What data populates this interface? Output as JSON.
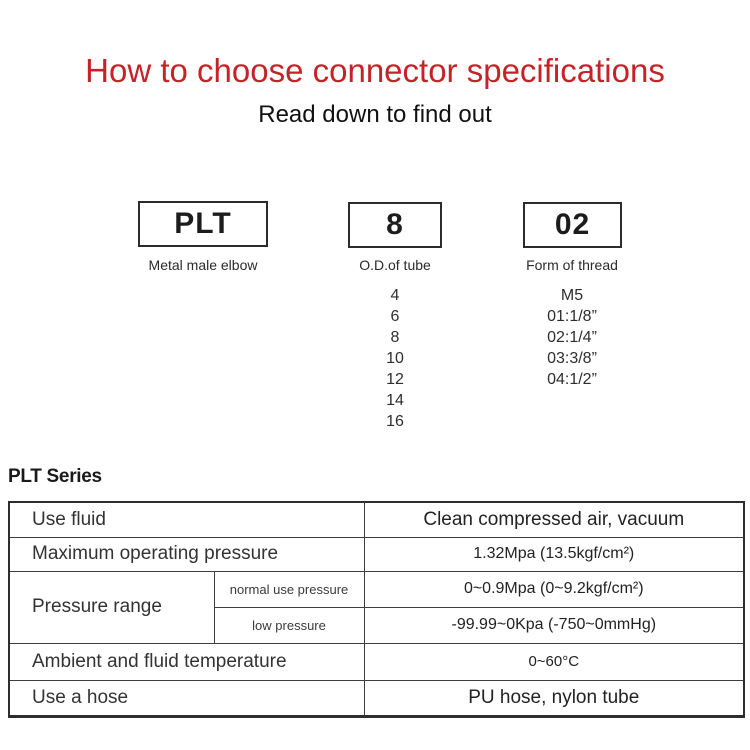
{
  "header": {
    "title": "How to choose connector specifications",
    "subtitle": "Read down to find out"
  },
  "selector": {
    "boxes": [
      {
        "code": "PLT",
        "label": "Metal male elbow"
      },
      {
        "code": "8",
        "label": "O.D.of tube"
      },
      {
        "code": "02",
        "label": "Form of thread"
      }
    ],
    "tube_sizes": [
      "4",
      "6",
      "8",
      "10",
      "12",
      "14",
      "16"
    ],
    "thread_forms": [
      "M5",
      "01:1/8”",
      "02:1/4”",
      "03:3/8”",
      "04:1/2”"
    ]
  },
  "series": {
    "heading": "PLT Series"
  },
  "table": {
    "rows": [
      {
        "label": "Use fluid",
        "value": "Clean compressed air, vacuum"
      },
      {
        "label": "Maximum operating pressure",
        "value": "1.32Mpa  (13.5kgf/cm²)"
      },
      {
        "label": "Pressure range",
        "sublabel": "normal use pressure",
        "value": "0~0.9Mpa  (0~9.2kgf/cm²)"
      },
      {
        "sublabel": "low pressure",
        "value": "-99.99~0Kpa  (-750~0mmHg)"
      },
      {
        "label": "Ambient and fluid temperature",
        "value": "0~60°C"
      },
      {
        "label": "Use a hose",
        "value": "PU hose, nylon tube"
      }
    ]
  },
  "colors": {
    "accent_red": "#c52328",
    "row_beige": "#f4edda"
  }
}
